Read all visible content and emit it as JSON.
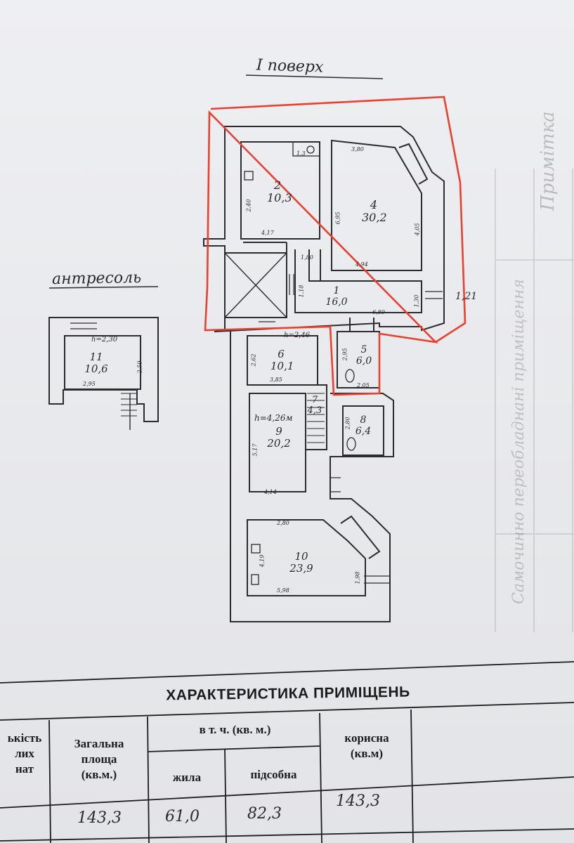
{
  "plan": {
    "floor_title": "I поверх",
    "mezzanine_title": "антресоль",
    "rooms": [
      {
        "no": "2",
        "area": "10,3"
      },
      {
        "no": "4",
        "area": "30,2"
      },
      {
        "no": "1",
        "area": "16,0"
      },
      {
        "no": "5",
        "area": "6,0"
      },
      {
        "no": "6",
        "area": "10,1"
      },
      {
        "no": "7",
        "area": "4,3"
      },
      {
        "no": "8",
        "area": "6,4"
      },
      {
        "no": "9",
        "area": "20,2"
      },
      {
        "no": "10",
        "area": "23,9"
      },
      {
        "no": "11",
        "area": "10,6"
      }
    ],
    "heights": {
      "mezz": "h=2,30",
      "r6": "h=2,46",
      "r9": "h=4,26м"
    },
    "dims": {
      "r2_side": "2,40",
      "r2_bottom": "4,17",
      "r2_small": "1,3",
      "r4_top": "3,80",
      "r4_left": "6,95",
      "r4_right": "4,05",
      "r4_bottom": "4,94",
      "r1_left": "1,80",
      "r1_mid": "1,18",
      "r1_right": "1,30",
      "r1_bottom": "6,80",
      "r5_side": "2,95",
      "r5_bottom": "2,05",
      "outer": "1,21",
      "r6_side": "2,62",
      "r6_bottom": "3,85",
      "r9_side": "5,17",
      "r9_bottom": "4,14",
      "r8_side": "2,80",
      "r10_top": "2,80",
      "r10_side": "4,19",
      "r10_bottom": "5,98",
      "r10_right": "1,98",
      "r11_bottom": "2,95",
      "r11_side": "2,59"
    }
  },
  "table": {
    "title": "ХАРАКТЕРИСТИКА ПРИМІЩЕНЬ",
    "col_count_l1": "ькість",
    "col_count_l2": "лих",
    "col_count_l3": "нат",
    "col_total_l1": "Загальна",
    "col_total_l2": "площа",
    "col_total_l3": "(кв.м.)",
    "col_incl": "в т. ч. (кв. м.)",
    "col_living": "жила",
    "col_aux": "підсобна",
    "col_useful_l1": "корисна",
    "col_useful_l2": "(кв.м)",
    "row_total": "143,3",
    "row_living": "61,0",
    "row_aux": "82,3",
    "row_useful": "143,3"
  },
  "margin_faded": [
    "Примітка",
    "Самочинно переобладнані приміщення"
  ],
  "colors": {
    "ink": "#2a2a2e",
    "highlight": "#e8412f",
    "paper": "#ecedf0"
  }
}
